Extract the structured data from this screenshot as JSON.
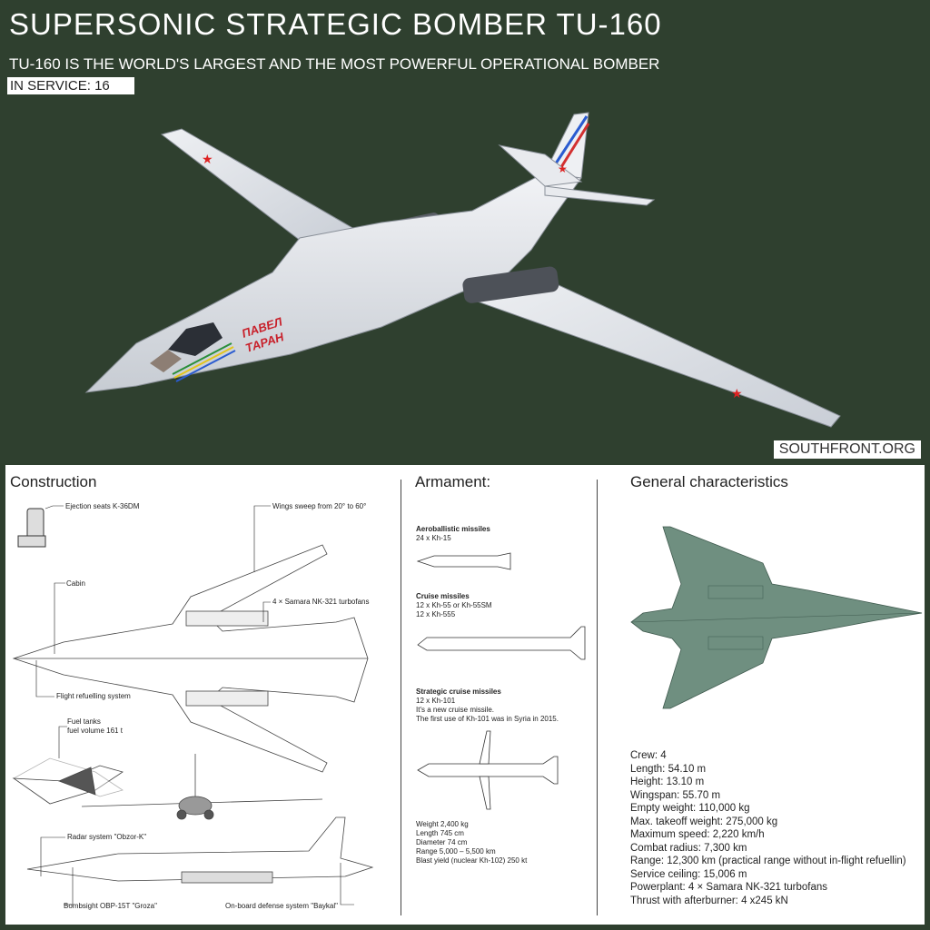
{
  "header": {
    "title": "SUPERSONIC STRATEGIC BOMBER TU-160",
    "subtitle": "TU-160 IS THE WORLD'S LARGEST AND THE MOST POWERFUL OPERATIONAL BOMBER",
    "in_service": "IN SERVICE: 16",
    "site": "SOUTHFRONT.ORG"
  },
  "hero": {
    "nose_art": [
      "ПАВЕЛ",
      "ТАРАН"
    ]
  },
  "construction": {
    "heading": "Construction",
    "labels": {
      "ejection": "Ejection seats K-36DM",
      "wings": "Wings sweep from 20° to 60°",
      "cabin": "Cabin",
      "engines": "4 × Samara NK-321 turbofans",
      "refuel": "Flight refuelling system",
      "fuel1": "Fuel tanks",
      "fuel2": "fuel volume 161 t",
      "radar": "Radar system \"Obzor-K\"",
      "bombsight": "Bombsight OBP-15T \"Groza\"",
      "defense": "On-board defense system \"Baykal\""
    }
  },
  "armament": {
    "heading": "Armament:",
    "aero_title": "Aeroballistic missiles",
    "aero_1": "24 x Kh-15",
    "cruise_title": "Cruise missiles",
    "cruise_1": "12 x Kh-55 or Kh-55SM",
    "cruise_2": "12 x Kh-555",
    "strat_title": "Strategic cruise missiles",
    "strat_1": "12 x Kh-101",
    "strat_2": "It's a new cruise missile.",
    "strat_3": "The first use of Kh-101 was in Syria in 2015.",
    "weight": "Weight 2,400 kg",
    "length": "Length 745 cm",
    "diameter": "Diameter 74 cm",
    "range": "Range 5,000 – 5,500 km",
    "blast": "Blast yield (nuclear Kh-102) 250 kt"
  },
  "general": {
    "heading": "General characteristics",
    "specs": [
      "Crew:  4",
      "Length:  54.10 m",
      "Height:  13.10 m",
      "Wingspan:  55.70 m",
      "Empty weight:  110,000 kg",
      "Max. takeoff weight:  275,000 kg",
      "Maximum speed:  2,220 km/h",
      "Combat radius:  7,300 km",
      "Range:  12,300 km (practical range without in-flight refuellin)",
      "Service ceiling:  15,006 m",
      "Powerplant: 4 × Samara NK-321 turbofans",
      "Thrust with afterburner: 4 x245 kN"
    ]
  },
  "colors": {
    "background": "#2f402f",
    "aircraft_white": "#e4e6ea",
    "topview_green": "#6f8f80"
  }
}
